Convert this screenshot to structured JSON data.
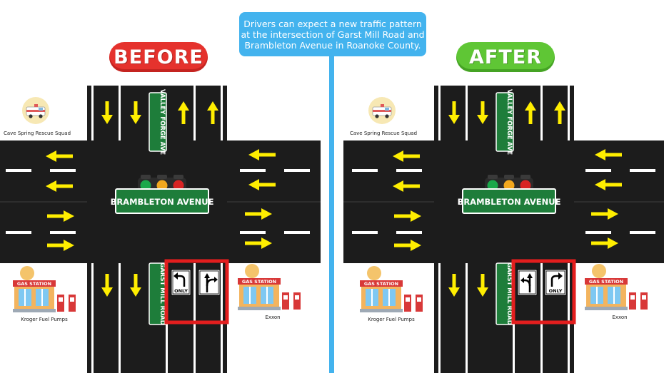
{
  "caption": "Drivers can expect a new traffic pattern at the intersection of Garst Mill Road and Brambleton Avenue in Roanoke County.",
  "colors": {
    "road": "#1c1c1c",
    "divider": "#43b3ee",
    "arrow": "#ffee00",
    "street_sign": "#1e7d3a",
    "highlight": "#e31e1e",
    "before": "#e5322d",
    "after": "#5fc635"
  },
  "panels": [
    {
      "id": "before",
      "label": "BEFORE",
      "street_top": "VALLEY FORGE AVE",
      "street_bottom": "GARST MILL ROAD",
      "main_street": "BRAMBLETON AVENUE",
      "rescue_label": "Cave Spring Rescue Squad",
      "gas_left_sign": "GAS STATION",
      "gas_left_label": "Kroger Fuel Pumps",
      "gas_right_sign": "GAS STATION",
      "gas_right_label": "Exxon",
      "left_sign_text": "ONLY",
      "right_sign_text": "",
      "left_sign_icon": "left-turn-only-icon",
      "right_sign_icon": "left-through-right-icon"
    },
    {
      "id": "after",
      "label": "AFTER",
      "street_top": "VALLEY FORGE AVE",
      "street_bottom": "GARST MILL ROAD",
      "main_street": "BRAMBLETON AVENUE",
      "rescue_label": "Cave Spring Rescue Squad",
      "gas_left_sign": "GAS STATION",
      "gas_left_label": "Kroger Fuel Pumps",
      "gas_right_sign": "GAS STATION",
      "gas_right_label": "Exxon",
      "left_sign_text": "",
      "right_sign_text": "ONLY",
      "left_sign_icon": "left-through-icon",
      "right_sign_icon": "right-turn-only-icon"
    }
  ]
}
